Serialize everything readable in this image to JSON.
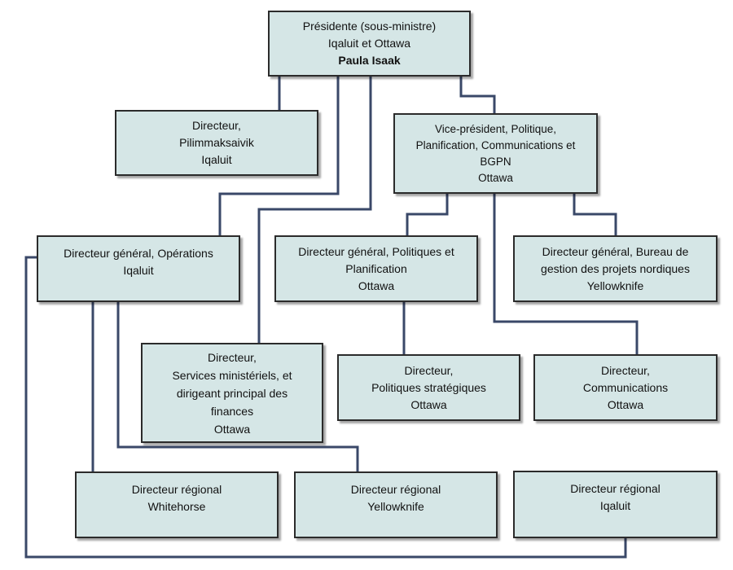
{
  "president": {
    "title": "Présidente (sous-ministre)",
    "location": "Iqaluit et Ottawa",
    "name": "Paula Isaak"
  },
  "dir_pilimmaksaivik": {
    "title": "Directeur,",
    "unit": "Pilimmaksaivik",
    "location": "Iqaluit"
  },
  "vp_policy": {
    "line1": "Vice-président, Politique,",
    "line2": "Planification, Communications et",
    "line3": "BGPN",
    "location": "Ottawa"
  },
  "dg_operations": {
    "title": "Directeur général, Opérations",
    "location": "Iqaluit"
  },
  "dg_policies": {
    "line1": "Directeur général, Politiques et",
    "line2": "Planification",
    "location": "Ottawa"
  },
  "dg_northern_projects": {
    "line1": "Directeur général, Bureau de",
    "line2": "gestion des projets nordiques",
    "location": "Yellowknife"
  },
  "dir_corporate": {
    "line1": "Directeur,",
    "line2": "Services ministériels, et",
    "line3": "dirigeant principal des",
    "line4": "finances",
    "location": "Ottawa"
  },
  "dir_strategic_policy": {
    "title": "Directeur,",
    "unit": "Politiques stratégiques",
    "location": "Ottawa"
  },
  "dir_communications": {
    "title": "Directeur,",
    "unit": "Communications",
    "location": "Ottawa"
  },
  "rd_whitehorse": {
    "title": "Directeur régional",
    "location": "Whitehorse"
  },
  "rd_yellowknife": {
    "title": "Directeur régional",
    "location": "Yellowknife"
  },
  "rd_iqaluit": {
    "title": "Directeur régional",
    "location": "Iqaluit"
  },
  "colors": {
    "box_fill": "#d5e6e6",
    "box_border": "#2b2b2b",
    "connector": "#3a4868"
  }
}
